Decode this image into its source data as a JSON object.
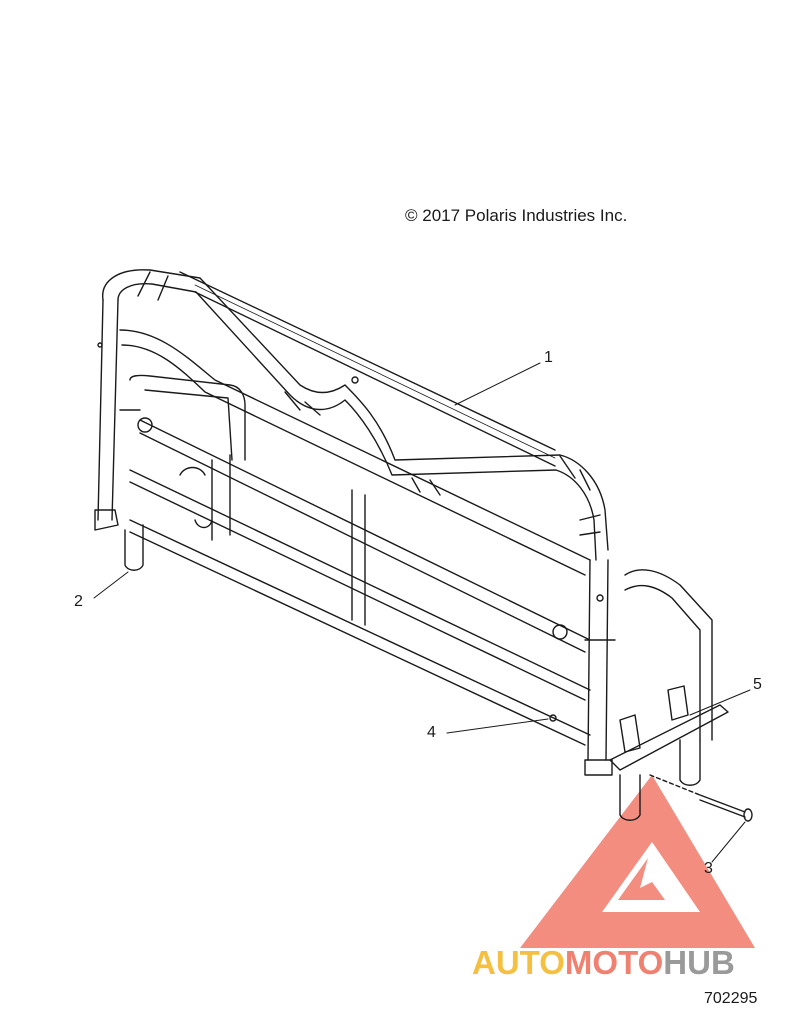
{
  "copyright": "© 2017 Polaris Industries Inc.",
  "figure_number": "702295",
  "callouts": [
    {
      "id": "1",
      "label": "1"
    },
    {
      "id": "2",
      "label": "2"
    },
    {
      "id": "3",
      "label": "3"
    },
    {
      "id": "4",
      "label": "4"
    },
    {
      "id": "5",
      "label": "5"
    }
  ],
  "watermark": {
    "part1": "AUTO",
    "part2": "MOTO",
    "part3": "HUB",
    "colors": {
      "part1": "#f5c040",
      "part2": "#f08070",
      "part3": "#9a9a9a",
      "triangle": "#f07a6a"
    }
  },
  "line_color": "#1a1a1a"
}
